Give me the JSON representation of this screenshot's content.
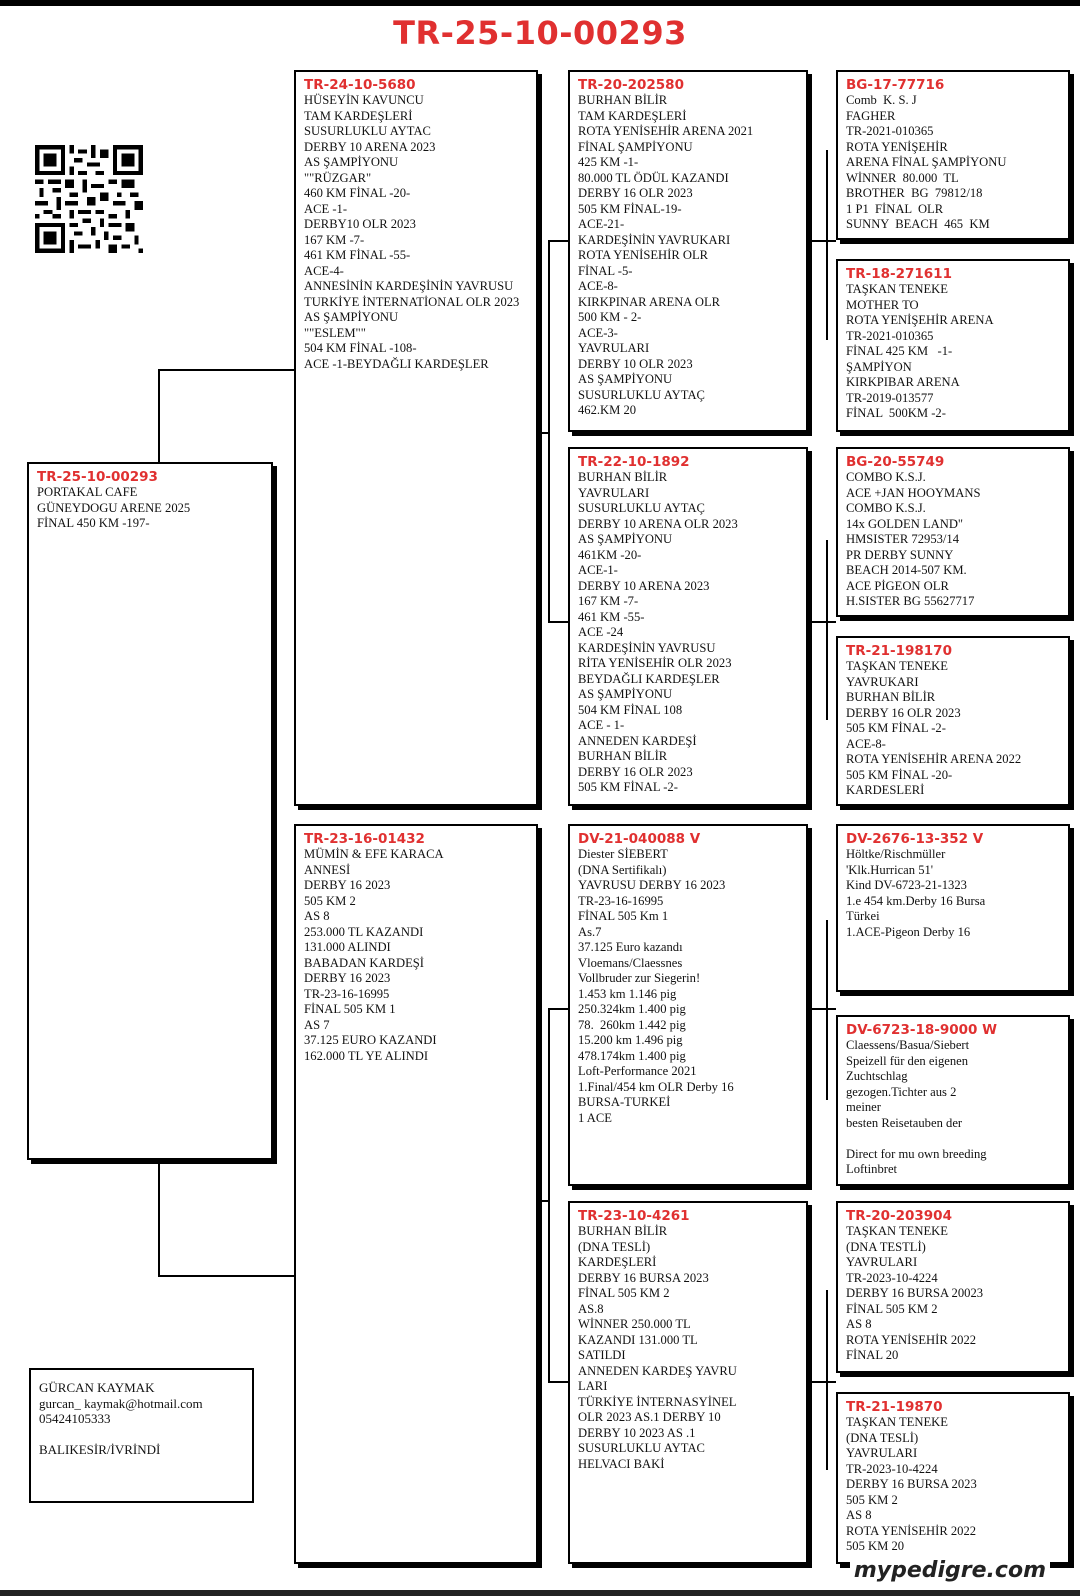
{
  "title": "TR-25-10-00293",
  "qr_icon": "qr-code-icon",
  "subject": {
    "id": "TR-25-10-00293",
    "lines": [
      "PORTAKAL CAFE",
      "GÜNEYDOGU ARENE 2025",
      "FİNAL 450 KM -197-"
    ]
  },
  "sire": {
    "id": "TR-24-10-5680",
    "lines": [
      "HÜSEYİN KAVUNCU",
      "TAM KARDEŞLERİ",
      "SUSURLUKLU AYTAC",
      "DERBY 10 ARENA 2023",
      "AS ŞAMPİYONU",
      "\"\"RÜZGAR\"",
      "460 KM FİNAL -20-",
      "ACE -1-",
      "DERBY10 OLR 2023",
      "167 KM -7-",
      "461 KM FİNAL -55-",
      "ACE-4-",
      "ANNESİNİN KARDEŞİNİN YAVRUSU",
      "TURKİYE İNTERNATİONAL OLR 2023",
      "AS ŞAMPİYONU",
      "\"\"ESLEM\"\"",
      "504 KM FİNAL -108-",
      "ACE -1-BEYDAĞLI KARDEŞLER"
    ]
  },
  "dam": {
    "id": "TR-23-16-01432",
    "lines": [
      "MÜMİN & EFE KARACA",
      "ANNESİ",
      "DERBY 16 2023",
      "505 KM 2",
      "AS 8",
      "253.000 TL KAZANDI",
      "131.000 ALINDI",
      "BABADAN KARDEŞİ",
      "DERBY 16 2023",
      "TR-23-16-16995",
      "FİNAL 505 KM 1",
      "AS 7",
      "37.125 EURO KAZANDI",
      "162.000 TL YE ALINDI"
    ]
  },
  "ss": {
    "id": "TR-20-202580",
    "lines": [
      "BURHAN BİLİR",
      "TAM KARDEŞLERİ",
      "ROTA YENİSEHİR ARENA 2021",
      "FİNAL ŞAMPİYONU",
      "425 KM -1-",
      "80.000 TL ÖDÜL KAZANDI",
      "DERBY 16 OLR 2023",
      "505 KM FİNAL-19-",
      "ACE-21-",
      "KARDEŞİNİN YAVRUKARI",
      "ROTA YENİSEHİR OLR",
      "FİNAL -5-",
      "ACE-8-",
      "KIRKPINAR ARENA OLR",
      "500 KM - 2-",
      "ACE-3-",
      "YAVRULARI",
      "DERBY 10 OLR 2023",
      "AS ŞAMPİYONU",
      "SUSURLUKLU AYTAÇ",
      "462.KM 20"
    ]
  },
  "sd": {
    "id": "TR-22-10-1892",
    "lines": [
      "BURHAN BİLİR",
      "YAVRULARI",
      "SUSURLUKLU AYTAÇ",
      "DERBY 10 ARENA OLR 2023",
      "AS ŞAMPİYONU",
      "461KM -20-",
      "ACE-1-",
      "DERBY 10 ARENA 2023",
      "167 KM -7-",
      "461 KM -55-",
      "ACE -24",
      "KARDEŞİNİN YAVRUSU",
      "RİTA YENİSEHİR OLR 2023",
      "BEYDAĞLI KARDEŞLER",
      "AS ŞAMPİYONU",
      "504 KM FİNAL 108",
      "ACE - 1-",
      "ANNEDEN KARDEŞİ",
      "BURHAN BİLİR",
      "DERBY 16 OLR 2023",
      "505 KM FİNAL -2-"
    ]
  },
  "ds": {
    "id": "DV-21-040088 V",
    "lines": [
      "Diester SİEBERT",
      "(DNA Sertifikalı)",
      "YAVRUSU DERBY 16 2023",
      "TR-23-16-16995",
      "FİNAL 505 Km 1",
      "As.7",
      "37.125 Euro kazandı",
      "Vloemans/Claessnes",
      "Vollbruder zur Siegerin!",
      "1.453 km 1.146 pig",
      "250.324km 1.400 pig",
      "78.  260km 1.442 pig",
      "15.200 km 1.496 pig",
      "478.174km 1.400 pig",
      "Loft-Performance 2021",
      "1.Final/454 km OLR Derby 16",
      "BURSA-TURKEİ",
      "1 ACE"
    ]
  },
  "dd": {
    "id": "TR-23-10-4261",
    "lines": [
      "BURHAN BİLİR",
      "(DNA TESLİ)",
      "KARDEŞLERİ",
      "DERBY 16 BURSA 2023",
      "FİNAL 505 KM 2",
      "AS.8",
      "WİNNER 250.000 TL",
      "KAZANDI 131.000 TL",
      "SATILDI",
      "ANNEDEN KARDEŞ YAVRU",
      "LARI",
      "TÜRKİYE İNTERNASYİNEL",
      "OLR 2023 AS.1 DERBY 10",
      "DERBY 10 2023 AS .1",
      "SUSURLUKLU AYTAC",
      "HELVACI BAKİ"
    ]
  },
  "sss": {
    "id": "BG-17-77716",
    "lines": [
      "Comb  K. S. J",
      "FAGHER",
      "TR-2021-010365",
      "ROTA YENİŞEHİR",
      "ARENA FİNAL ŞAMPİYONU",
      "WİNNER  80.000  TL",
      "BROTHER  BG  79812/18",
      "1 P1  FİNAL  OLR",
      "SUNNY  BEACH  465  KM"
    ]
  },
  "ssd": {
    "id": "TR-18-271611",
    "lines": [
      "TAŞKAN TENEKE",
      "MOTHER TO",
      "ROTA YENİŞEHİR ARENA",
      "TR-2021-010365",
      "FİNAL 425 KM   -1-",
      "ŞAMPİYON",
      "KIRKPIBAR ARENA",
      "TR-2019-013577",
      "FİNAL  500KM -2-"
    ]
  },
  "sds": {
    "id": "BG-20-55749",
    "lines": [
      "COMBO K.S.J.",
      "ACE +JAN HOOYMANS",
      "COMBO K.S.J.",
      "14x GOLDEN LAND\"",
      "HMSISTER 72953/14",
      "PR DERBY SUNNY",
      "BEACH 2014-507 KM.",
      "ACE PİGEON OLR",
      "H.SISTER BG 55627717"
    ]
  },
  "sdd": {
    "id": "TR-21-198170",
    "lines": [
      "TAŞKAN TENEKE",
      "YAVRUKARI",
      "BURHAN BİLİR",
      "DERBY 16 OLR 2023",
      "505 KM FİNAL -2-",
      "ACE-8-",
      "ROTA YENİSEHİR ARENA 2022",
      "505 KM FİNAL -20-",
      "KARDESLERİ"
    ]
  },
  "dss": {
    "id": "DV-2676-13-352 V",
    "lines": [
      "Höltke/Rischmüller",
      "'Klk.Hurrican 51'",
      "Kind DV-6723-21-1323",
      "1.e 454 km.Derby 16 Bursa",
      "Türkei",
      "1.ACE-Pigeon Derby 16"
    ]
  },
  "dsd": {
    "id": "DV-6723-18-9000 W",
    "lines": [
      "Claessens/Basua/Siebert",
      "Speizell für den eigenen",
      "Zuchtschlag",
      "gezogen.Tichter aus 2",
      "meiner",
      "besten Reisetauben der",
      "",
      "Direct for mu own breeding",
      "Loftinbret"
    ]
  },
  "dds": {
    "id": "TR-20-203904",
    "lines": [
      "TAŞKAN TENEKE",
      "(DNA TESTLİ)",
      "YAVRULARI",
      "TR-2023-10-4224",
      "DERBY 16 BURSA 20023",
      "FİNAL 505 KM 2",
      "AS 8",
      "ROTA YENİSEHİR 2022",
      "FİNAL 20"
    ]
  },
  "ddd": {
    "id": "TR-21-19870",
    "lines": [
      "TAŞKAN TENEKE",
      "(DNA TESLİ)",
      "YAVRULARI",
      "TR-2023-10-4224",
      "DERBY 16 BURSA 2023",
      "505 KM 2",
      "AS 8",
      "ROTA YENİSEHİR 2022",
      "505 KM 20"
    ]
  },
  "contact": {
    "name": "GÜRCAN KAYMAK",
    "email": "gurcan_ kaymak@hotmail.com",
    "phone": "05424105333",
    "location": "BALIKESİR/İVRİNDİ"
  },
  "brand": "mypedigre.com"
}
